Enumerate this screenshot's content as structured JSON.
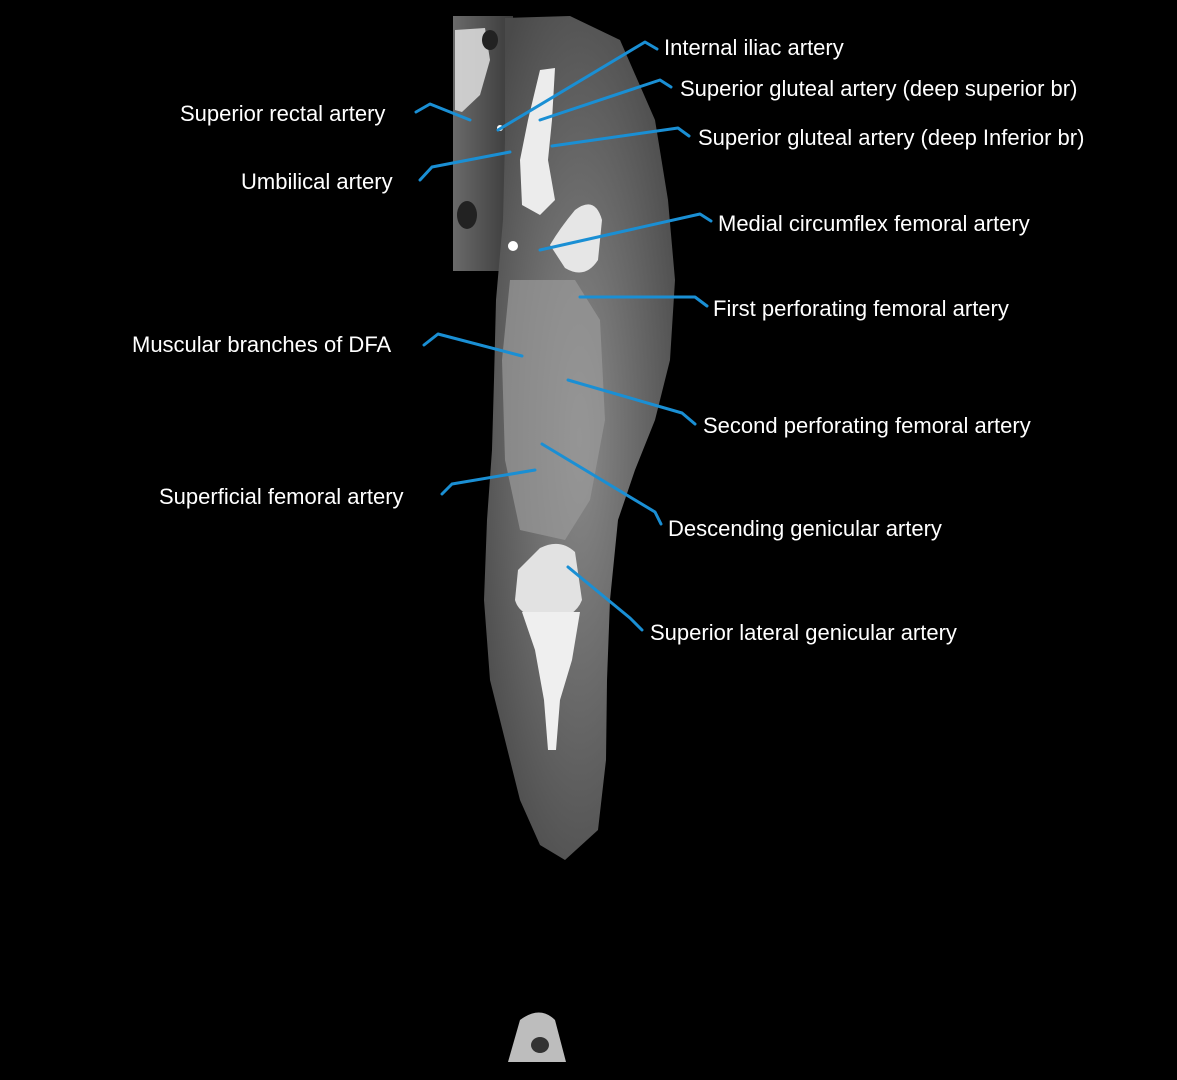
{
  "labels": {
    "internal_iliac": "Internal iliac artery",
    "sup_gluteal_superior": "Superior gluteal artery (deep superior br)",
    "sup_gluteal_inferior": "Superior gluteal artery (deep Inferior br)",
    "superior_rectal": "Superior rectal artery",
    "umbilical": "Umbilical artery",
    "medial_circumflex": "Medial circumflex femoral artery",
    "first_perforating": "First perforating femoral artery",
    "muscular_dfa": "Muscular branches of DFA",
    "second_perforating": "Second perforating femoral artery",
    "superficial_femoral": "Superficial femoral artery",
    "descending_genicular": "Descending genicular artery",
    "superior_lateral_genicular": "Superior lateral genicular artery"
  },
  "colors": {
    "leader_line": "#1a8fd4",
    "background": "#000000",
    "label_text": "#ffffff"
  }
}
